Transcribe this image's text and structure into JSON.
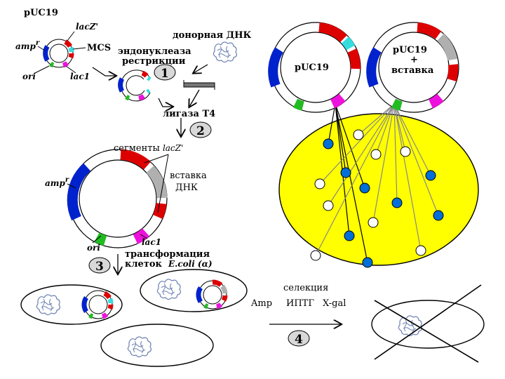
{
  "labels": {
    "puc19_title": "pUC19",
    "lacz_top": "lacZ'",
    "amp_r": "amp",
    "amp_r_sup": "r",
    "mcs": "MCS",
    "ori": "ori",
    "lac1": "lac1",
    "donor_dna": "донорная ДНК",
    "endonuclease": "эндонуклеаза",
    "restriction": "рестрикции",
    "ligase": "лигаза Т4",
    "segments": "сегменты",
    "segments_gene": "lacZ'",
    "insert": "вставка",
    "dna": "ДНК",
    "amp_r2": "amp",
    "amp_r2_sup": "r",
    "ori2": "ori",
    "lac1_2": "lac1",
    "transformation": "трансформация",
    "cells": "клеток",
    "ecoli": "E.coli (α)",
    "puc19_big": "pUC19",
    "puc19_insert_l1": "pUC19",
    "puc19_insert_l2": "+",
    "puc19_insert_l3": "вставка",
    "selection": "селекция",
    "amp": "Amp",
    "iptg": "ИПТГ",
    "xgal": "X-gal"
  },
  "steps": [
    "1",
    "2",
    "3",
    "4"
  ],
  "colors": {
    "blue": "#0022cc",
    "red": "#dd0000",
    "gray": "#b0b0b0",
    "cyan": "#33dddd",
    "green": "#22bb22",
    "magenta": "#ee11dd",
    "plate": "#ffff00",
    "colony_blue": "#0070d8",
    "dna_blob": "#6a7fb0"
  }
}
